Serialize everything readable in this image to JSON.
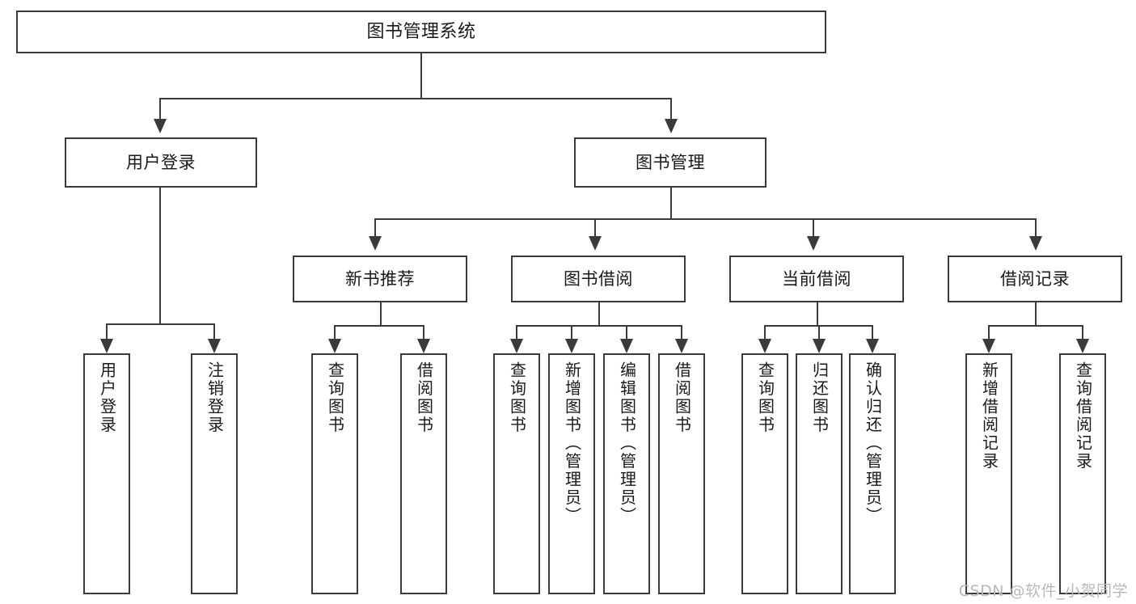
{
  "diagram": {
    "type": "tree",
    "title": "图书管理系统",
    "orientation": "top-down",
    "edge_style": "orthogonal-arrow",
    "colors": {
      "stroke": "#3a3a3a",
      "fill": "#ffffff",
      "text": "#1a1a1a",
      "watermark": "#b9b9b9"
    }
  },
  "nodes": {
    "root": {
      "label": "图书管理系统",
      "level": 1
    },
    "l2": [
      {
        "id": "user-login",
        "label": "用户登录",
        "level": 2
      },
      {
        "id": "book-manage",
        "label": "图书管理",
        "level": 2
      }
    ],
    "l3": [
      {
        "id": "new-book-recommend",
        "label": "新书推荐",
        "level": 3
      },
      {
        "id": "book-borrow",
        "label": "图书借阅",
        "level": 3
      },
      {
        "id": "current-borrow",
        "label": "当前借阅",
        "level": 3
      },
      {
        "id": "borrow-record",
        "label": "借阅记录",
        "level": 3
      }
    ],
    "leaves": {
      "user-login": [
        {
          "id": "leaf-user-login",
          "label": "用户登录"
        },
        {
          "id": "leaf-logout-login",
          "label": "注销登录"
        }
      ],
      "new-book-recommend": [
        {
          "id": "leaf-query-book-1",
          "label": "查询图书"
        },
        {
          "id": "leaf-borrow-book-1",
          "label": "借阅图书"
        }
      ],
      "book-borrow": [
        {
          "id": "leaf-query-book-2",
          "label": "查询图书"
        },
        {
          "id": "leaf-add-book",
          "label": "新增图书（管理员）"
        },
        {
          "id": "leaf-edit-book",
          "label": "编辑图书（管理员）"
        },
        {
          "id": "leaf-borrow-book-2",
          "label": "借阅图书"
        }
      ],
      "current-borrow": [
        {
          "id": "leaf-query-book-3",
          "label": "查询图书"
        },
        {
          "id": "leaf-return-book",
          "label": "归还图书"
        },
        {
          "id": "leaf-confirm-return",
          "label": "确认归还（管理员）"
        }
      ],
      "borrow-record": [
        {
          "id": "leaf-add-record",
          "label": "新增借阅记录"
        },
        {
          "id": "leaf-query-record",
          "label": "查询借阅记录"
        }
      ]
    }
  },
  "watermark": {
    "text": "CSDN @软件_小贺同学"
  }
}
